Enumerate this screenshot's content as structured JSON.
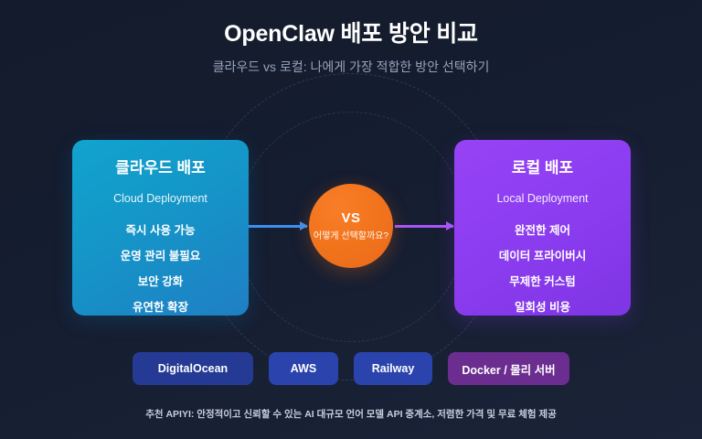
{
  "header": {
    "title": "OpenClaw 배포 방안 비교",
    "subtitle": "클라우드 vs 로컬: 나에게 가장 적합한 방안 선택하기"
  },
  "cards": [
    {
      "id": "cloud",
      "title": "클라우드 배포",
      "subtitle": "Cloud Deployment",
      "accent": "#1399c9",
      "features": [
        "즉시 사용 가능",
        "운영 관리 불필요",
        "보안 강화",
        "유연한 확장"
      ]
    },
    {
      "id": "local",
      "title": "로컬 배포",
      "subtitle": "Local Deployment",
      "accent": "#8e3ef2",
      "features": [
        "완전한 제어",
        "데이터 프라이버시",
        "무제한 커스텀",
        "일회성 비용"
      ]
    }
  ],
  "center": {
    "label": "VS",
    "question": "어떻게 선택할까요?",
    "color": "#f2751d"
  },
  "connectors": {
    "left_color": "#3d8ff0",
    "right_color": "#a855f7"
  },
  "pills": [
    {
      "label": "DigitalOcean",
      "color": "#253a94"
    },
    {
      "label": "AWS",
      "color": "#2a43ad"
    },
    {
      "label": "Railway",
      "color": "#2a43ad"
    },
    {
      "label": "Docker / 물리 서버",
      "color": "#6b2d8f"
    }
  ],
  "footer": {
    "note": "추천 APIYI: 안정적이고 신뢰할 수 있는 AI 대규모 언어 모델 API 중계소, 저렴한 가격 및 무료 체험 제공"
  }
}
